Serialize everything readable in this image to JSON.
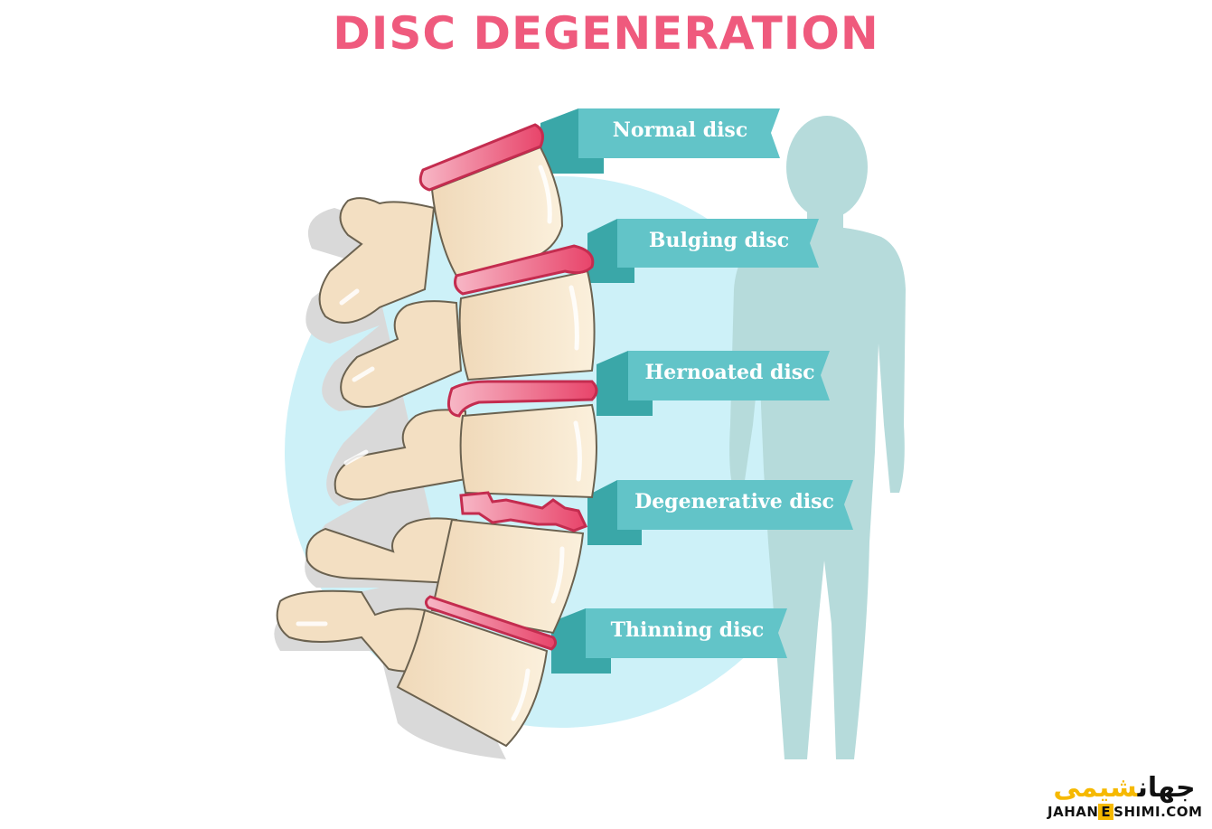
{
  "title": "DISC DEGENERATION",
  "labels": [
    {
      "id": "normal",
      "text": "Normal disc"
    },
    {
      "id": "bulging",
      "text": "Bulging disc"
    },
    {
      "id": "herniated",
      "text": "Hernoated disc"
    },
    {
      "id": "degenerative",
      "text": "Degenerative disc"
    },
    {
      "id": "thinning",
      "text": "Thinning disc"
    }
  ],
  "watermark": {
    "persian_part1": "جهان",
    "persian_part2": "شیمی",
    "latin_prefix": "JAHAN",
    "latin_letter": "E",
    "latin_suffix": "SHIMI.COM"
  },
  "colors": {
    "title": "#ef5a7d",
    "ribbon": "#5ec3c6",
    "ribbon_fold": "#3aa7a8",
    "disc": "#e8446a",
    "bone": "#f2ddbf",
    "circle": "#c9f0f7",
    "silhouette": "#b5dcdc"
  }
}
